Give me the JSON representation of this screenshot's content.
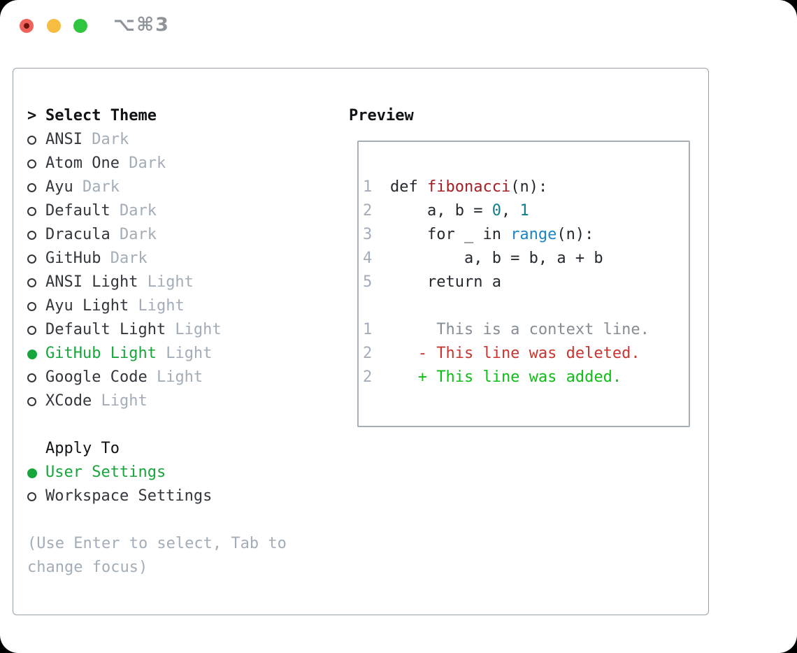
{
  "window": {
    "title": "⌥⌘3"
  },
  "colors": {
    "accent_green": "#17a53c",
    "traffic_red": "#f0615a",
    "traffic_red_dot": "#6e130d",
    "traffic_yellow": "#f7bd40",
    "traffic_green": "#30c53e",
    "title_text": "#8f949b",
    "panel_border": "#9aa2ac",
    "preview_border": "#a7aeb8",
    "text_primary": "#111417",
    "text_item": "#33373d",
    "text_muted": "#a3adb8",
    "code_default": "#24292f",
    "code_function": "#a61d25",
    "code_number": "#0d7e8a",
    "code_builtin": "#1b85c6",
    "diff_context": "#868d96",
    "diff_deleted": "#c93530",
    "diff_added": "#10bd17"
  },
  "theme_panel": {
    "title_marker": ">",
    "title": "Select Theme",
    "themes": [
      {
        "name": "ANSI",
        "variant": "Dark",
        "selected": false
      },
      {
        "name": "Atom One",
        "variant": "Dark",
        "selected": false
      },
      {
        "name": "Ayu",
        "variant": "Dark",
        "selected": false
      },
      {
        "name": "Default",
        "variant": "Dark",
        "selected": false
      },
      {
        "name": "Dracula",
        "variant": "Dark",
        "selected": false
      },
      {
        "name": "GitHub",
        "variant": "Dark",
        "selected": false
      },
      {
        "name": "ANSI Light",
        "variant": "Light",
        "selected": false
      },
      {
        "name": "Ayu Light",
        "variant": "Light",
        "selected": false
      },
      {
        "name": "Default Light",
        "variant": "Light",
        "selected": false
      },
      {
        "name": "GitHub Light",
        "variant": "Light",
        "selected": true
      },
      {
        "name": "Google Code",
        "variant": "Light",
        "selected": false
      },
      {
        "name": "XCode",
        "variant": "Light",
        "selected": false
      }
    ],
    "apply_to": {
      "title": "Apply To",
      "options": [
        {
          "label": "User Settings",
          "selected": true
        },
        {
          "label": "Workspace Settings",
          "selected": false
        }
      ]
    },
    "hint_lines": [
      "(Use Enter to select, Tab to",
      "change focus)"
    ]
  },
  "preview": {
    "title": "Preview",
    "lines": [
      {
        "type": "blank"
      },
      {
        "num": "1",
        "segments": [
          {
            "t": "def ",
            "c": "code"
          },
          {
            "t": "fibonacci",
            "c": "func"
          },
          {
            "t": "(n):",
            "c": "code"
          }
        ]
      },
      {
        "num": "2",
        "segments": [
          {
            "t": "    a, b = ",
            "c": "code"
          },
          {
            "t": "0",
            "c": "num"
          },
          {
            "t": ", ",
            "c": "code"
          },
          {
            "t": "1",
            "c": "num"
          }
        ]
      },
      {
        "num": "3",
        "segments": [
          {
            "t": "    for _ in ",
            "c": "code"
          },
          {
            "t": "range",
            "c": "builtin"
          },
          {
            "t": "(n):",
            "c": "code"
          }
        ]
      },
      {
        "num": "4",
        "segments": [
          {
            "t": "        a, b = b, a + b",
            "c": "code"
          }
        ]
      },
      {
        "num": "5",
        "segments": [
          {
            "t": "    return a",
            "c": "code"
          }
        ]
      },
      {
        "type": "blank"
      },
      {
        "num": "1",
        "segments": [
          {
            "t": "     This is a context line.",
            "c": "ctx"
          }
        ]
      },
      {
        "num": "2",
        "segments": [
          {
            "t": "   - This line was deleted.",
            "c": "del"
          }
        ]
      },
      {
        "num": "2",
        "segments": [
          {
            "t": "   + This line was added.",
            "c": "add"
          }
        ]
      }
    ]
  }
}
